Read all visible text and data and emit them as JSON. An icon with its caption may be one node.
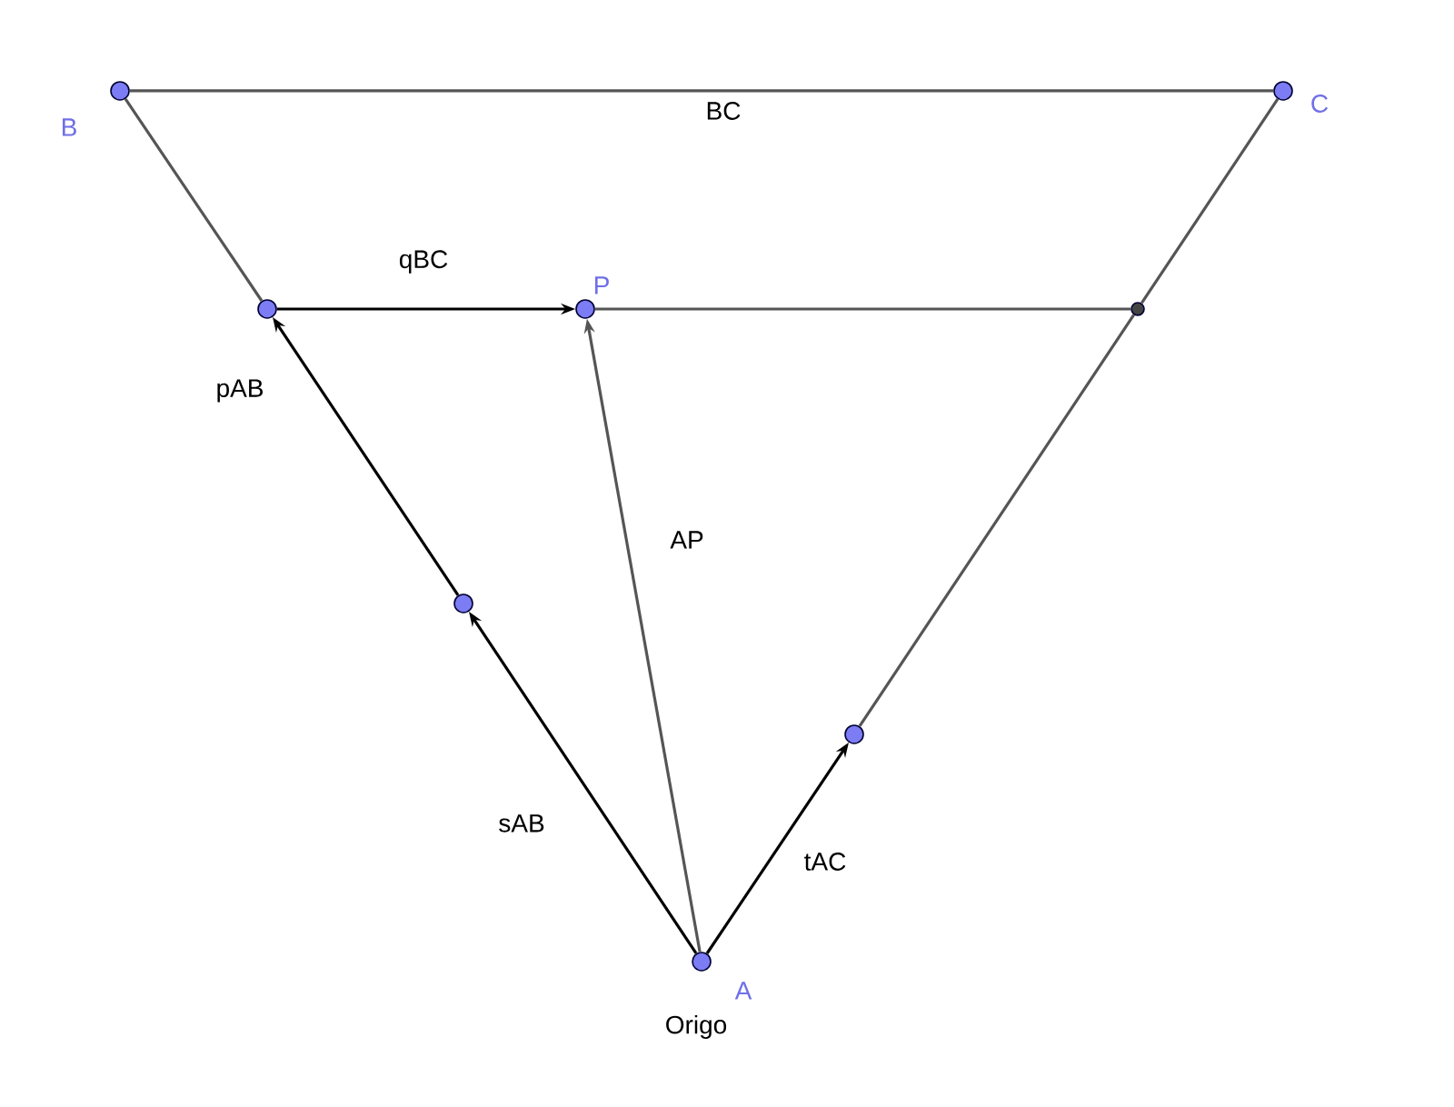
{
  "diagram": {
    "nodes": [
      {
        "text": [],
        "shape": "circle",
        "beside": [
          "B"
        ]
      },
      {
        "text": [],
        "shape": "circle",
        "beside": [
          "C"
        ]
      },
      {
        "text": [],
        "shape": "circle"
      },
      {
        "text": [],
        "shape": "circle",
        "beside": [
          "P"
        ]
      },
      {
        "text": [],
        "shape": "circle"
      },
      {
        "text": [],
        "shape": "circle"
      },
      {
        "text": [],
        "shape": "circle",
        "beside": [
          "A",
          "Origo"
        ]
      },
      {
        "text": [],
        "shape": "circle"
      }
    ],
    "edges": [
      {
        "from": 0,
        "to": 1,
        "arrow": "none",
        "label": "BC"
      },
      {
        "from": 6,
        "to": 5,
        "arrow": "to",
        "label": "sAB",
        "color": "#000000"
      },
      {
        "from": 5,
        "to": 2,
        "arrow": "to",
        "label": "pAB",
        "color": "#000000"
      },
      {
        "from": 2,
        "to": 0,
        "arrow": "none"
      },
      {
        "from": 2,
        "to": 3,
        "arrow": "to",
        "label": "qBC",
        "color": "#000000"
      },
      {
        "from": 3,
        "to": 4,
        "arrow": "none"
      },
      {
        "from": 6,
        "to": 3,
        "arrow": "to",
        "label": "AP"
      },
      {
        "from": 6,
        "to": 7,
        "arrow": "to",
        "label": "tAC",
        "color": "#000000"
      },
      {
        "from": 7,
        "to": 4,
        "arrow": "none"
      },
      {
        "from": 4,
        "to": 1,
        "arrow": "none"
      }
    ]
  }
}
